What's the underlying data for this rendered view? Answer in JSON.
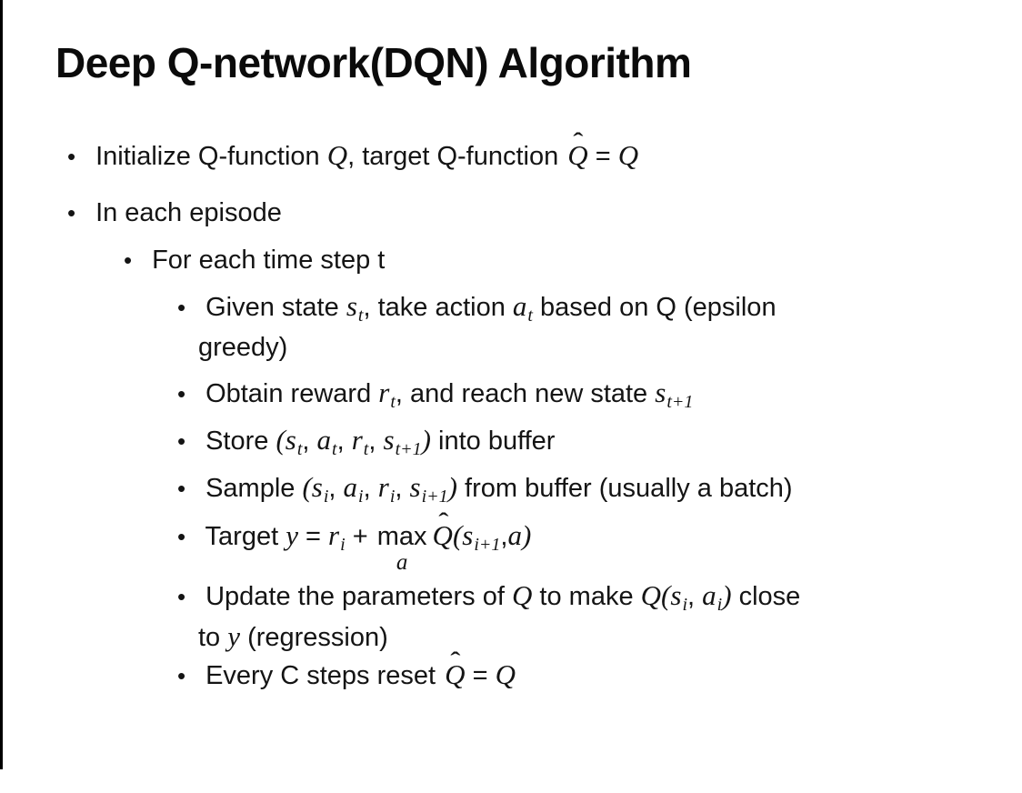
{
  "colors": {
    "background": "#ffffff",
    "text": "#141414",
    "border": "#000000"
  },
  "bullet_char": "•",
  "slide": {
    "title": "Deep Q-network(DQN) Algorithm"
  },
  "lines": [
    {
      "id": "initialize",
      "tokens": [
        {
          "k": "t",
          "v": "Initialize Q-function "
        },
        {
          "k": "m",
          "v": "Q"
        },
        {
          "k": "t",
          "v": ", target Q-function "
        },
        {
          "k": "h",
          "v": "Q",
          "accent": "ˆ"
        },
        {
          "k": "t",
          "v": " = "
        },
        {
          "k": "m",
          "v": "Q"
        }
      ]
    },
    {
      "id": "in-each-episode",
      "tokens": [
        {
          "k": "t",
          "v": "In each episode"
        }
      ]
    },
    {
      "id": "for-each-time-step",
      "tokens": [
        {
          "k": "t",
          "v": "For each time step t"
        }
      ]
    },
    {
      "id": "given-state",
      "tokens": [
        {
          "k": "t",
          "v": "Given state "
        },
        {
          "k": "m",
          "v": "s"
        },
        {
          "k": "s",
          "v": "t"
        },
        {
          "k": "t",
          "v": ", take action "
        },
        {
          "k": "m",
          "v": "a"
        },
        {
          "k": "s",
          "v": "t"
        },
        {
          "k": "t",
          "v": " based on Q (epsilon"
        }
      ]
    },
    {
      "id": "given-state-wrap",
      "tokens": [
        {
          "k": "t",
          "v": "greedy)"
        }
      ]
    },
    {
      "id": "obtain-reward",
      "tokens": [
        {
          "k": "t",
          "v": "Obtain reward "
        },
        {
          "k": "m",
          "v": "r"
        },
        {
          "k": "s",
          "v": "t"
        },
        {
          "k": "t",
          "v": ", and reach new state "
        },
        {
          "k": "m",
          "v": "s"
        },
        {
          "k": "s",
          "v": "t+1"
        }
      ]
    },
    {
      "id": "store-buffer",
      "tokens": [
        {
          "k": "t",
          "v": "Store "
        },
        {
          "k": "m",
          "v": "("
        },
        {
          "k": "m",
          "v": "s"
        },
        {
          "k": "s",
          "v": "t"
        },
        {
          "k": "t",
          "v": ", "
        },
        {
          "k": "m",
          "v": "a"
        },
        {
          "k": "s",
          "v": "t"
        },
        {
          "k": "t",
          "v": ", "
        },
        {
          "k": "m",
          "v": "r"
        },
        {
          "k": "s",
          "v": "t"
        },
        {
          "k": "t",
          "v": ", "
        },
        {
          "k": "m",
          "v": "s"
        },
        {
          "k": "s",
          "v": "t+1"
        },
        {
          "k": "m",
          "v": ")"
        },
        {
          "k": "t",
          "v": " into buffer"
        }
      ]
    },
    {
      "id": "sample-buffer",
      "tokens": [
        {
          "k": "t",
          "v": "Sample "
        },
        {
          "k": "m",
          "v": "("
        },
        {
          "k": "m",
          "v": "s"
        },
        {
          "k": "s",
          "v": "i"
        },
        {
          "k": "t",
          "v": ", "
        },
        {
          "k": "m",
          "v": "a"
        },
        {
          "k": "s",
          "v": "i"
        },
        {
          "k": "t",
          "v": ", "
        },
        {
          "k": "m",
          "v": "r"
        },
        {
          "k": "s",
          "v": "i"
        },
        {
          "k": "t",
          "v": ", "
        },
        {
          "k": "m",
          "v": "s"
        },
        {
          "k": "s",
          "v": "i+1"
        },
        {
          "k": "m",
          "v": ")"
        },
        {
          "k": "t",
          "v": " from buffer (usually a batch)"
        }
      ]
    },
    {
      "id": "target",
      "tokens": [
        {
          "k": "t",
          "v": "Target "
        },
        {
          "k": "m",
          "v": "y"
        },
        {
          "k": "t",
          "v": " = "
        },
        {
          "k": "m",
          "v": "r"
        },
        {
          "k": "s",
          "v": "i"
        },
        {
          "k": "t",
          "v": " + "
        },
        {
          "k": "x",
          "v": "max",
          "below": "a"
        },
        {
          "k": "h",
          "v": "Q",
          "accent": "ˆ"
        },
        {
          "k": "m",
          "v": "("
        },
        {
          "k": "m",
          "v": "s"
        },
        {
          "k": "s",
          "v": "i+1"
        },
        {
          "k": "t",
          "v": ","
        },
        {
          "k": "m",
          "v": "a"
        },
        {
          "k": "m",
          "v": ")"
        }
      ]
    },
    {
      "id": "update-parameters",
      "tokens": [
        {
          "k": "t",
          "v": "Update the parameters of "
        },
        {
          "k": "m",
          "v": "Q"
        },
        {
          "k": "t",
          "v": " to make "
        },
        {
          "k": "m",
          "v": "Q"
        },
        {
          "k": "m",
          "v": "("
        },
        {
          "k": "m",
          "v": "s"
        },
        {
          "k": "s",
          "v": "i"
        },
        {
          "k": "t",
          "v": ", "
        },
        {
          "k": "m",
          "v": "a"
        },
        {
          "k": "s",
          "v": "i"
        },
        {
          "k": "m",
          "v": ")"
        },
        {
          "k": "t",
          "v": " close"
        }
      ]
    },
    {
      "id": "update-parameters-wrap",
      "tokens": [
        {
          "k": "t",
          "v": "to "
        },
        {
          "k": "m",
          "v": "y"
        },
        {
          "k": "t",
          "v": " (regression)"
        }
      ]
    },
    {
      "id": "every-c-steps",
      "tokens": [
        {
          "k": "t",
          "v": "Every C steps reset "
        },
        {
          "k": "h",
          "v": "Q",
          "accent": "ˆ"
        },
        {
          "k": "t",
          "v": " = "
        },
        {
          "k": "m",
          "v": "Q"
        }
      ]
    }
  ]
}
